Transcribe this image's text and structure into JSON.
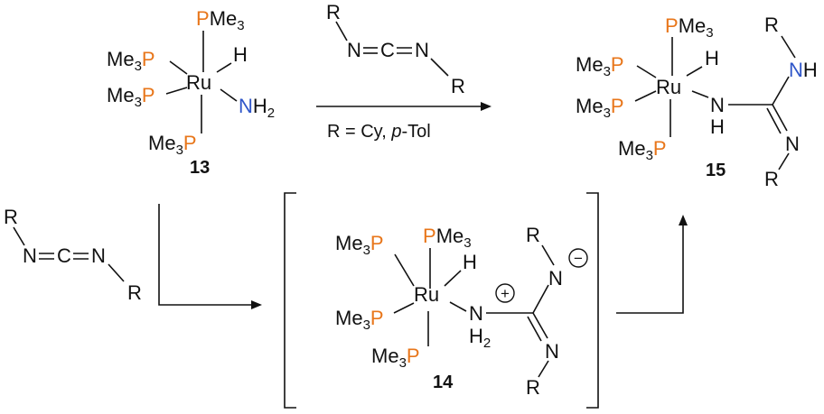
{
  "colors": {
    "phosphorus": "#e8761a",
    "nitrogen": "#2f56c9",
    "default": "#111111"
  },
  "atoms": {
    "P": "P",
    "Me": "Me",
    "Me3_sub": "3",
    "Ru": "Ru",
    "H": "H",
    "N": "N",
    "C": "C",
    "R": "R",
    "H2_sub": "2"
  },
  "labels": {
    "c13": "13",
    "c14": "14",
    "c15": "15"
  },
  "conditions": {
    "r_equals": "R = Cy, ",
    "p": "p",
    "tol": "-Tol"
  },
  "charges": {
    "plus": "+",
    "minus": "−"
  }
}
